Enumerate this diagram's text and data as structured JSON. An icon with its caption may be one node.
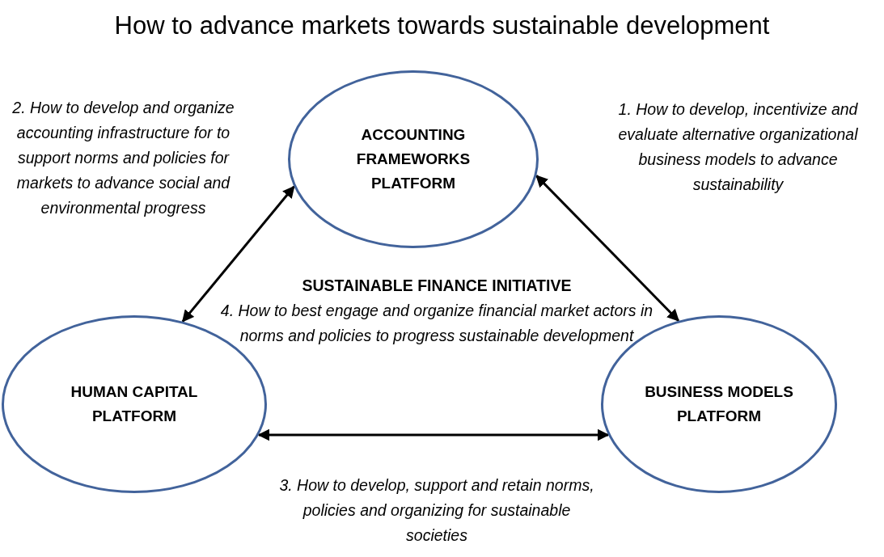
{
  "diagram": {
    "title": "How to advance markets towards sustainable development",
    "nodes": [
      {
        "text": [
          "ACCOUNTING FRAMEWORKS PLATFORM"
        ]
      },
      {
        "text": [
          "HUMAN CAPITAL PLATFORM"
        ]
      },
      {
        "text": [
          "BUSINESS MODELS PLATFORM"
        ]
      }
    ],
    "edges": [
      {
        "from": 0,
        "to": 1,
        "arrow": "both"
      },
      {
        "from": 0,
        "to": 2,
        "arrow": "both"
      },
      {
        "from": 1,
        "to": 2,
        "arrow": "both"
      }
    ],
    "labels": [
      "2. How to develop and organize accounting infrastructure for to support norms and policies for markets to advance social and environmental progress",
      "1. How to develop, incentivize and evaluate alternative organizational business models to advance sustainability",
      "SUSTAINABLE FINANCE INITIATIVE",
      "4. How to best engage and organize financial market actors in norms and policies to progress sustainable development",
      "3. How to develop, support and retain norms, policies and organizing for sustainable societies"
    ]
  }
}
